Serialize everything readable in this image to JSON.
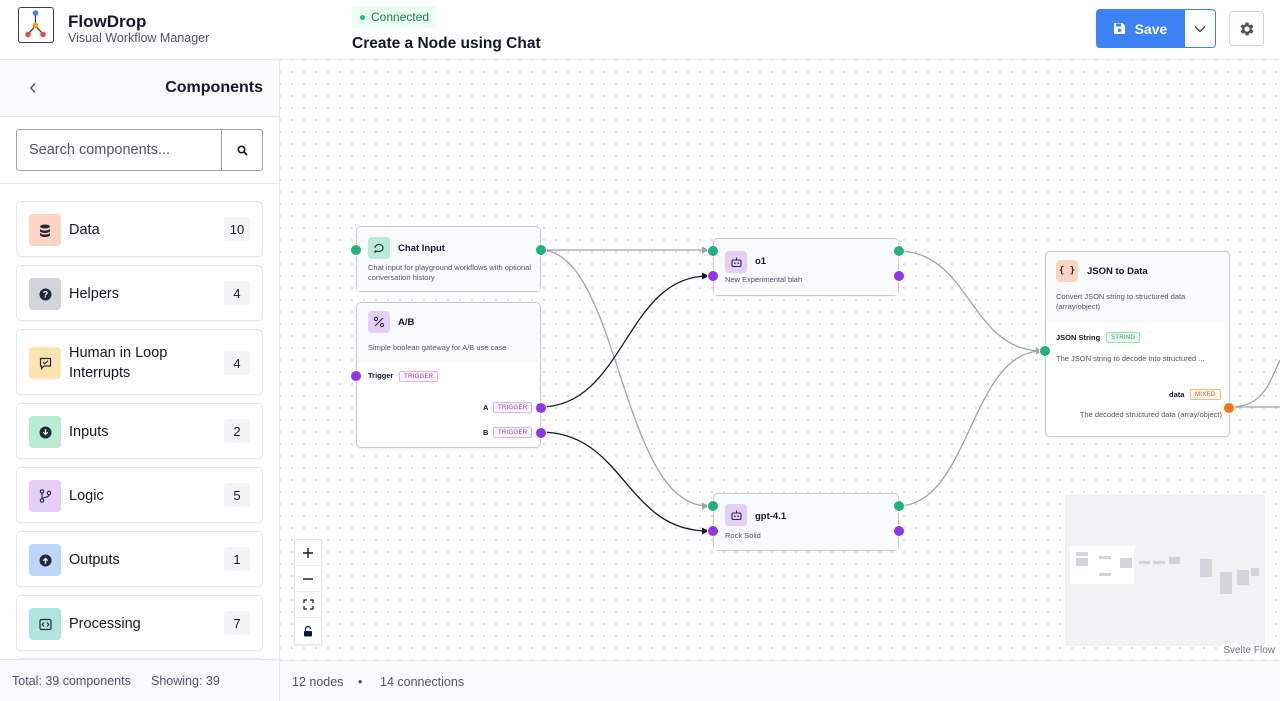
{
  "header": {
    "app_title": "FlowDrop",
    "app_subtitle": "Visual Workflow Manager",
    "status": "Connected",
    "workflow_title": "Create a Node using Chat",
    "save_label": "Save"
  },
  "sidebar": {
    "title": "Components",
    "search_placeholder": "Search components...",
    "categories": [
      {
        "label": "Data",
        "count": "10",
        "icon": "database-icon",
        "color": "#fdd5c2"
      },
      {
        "label": "Helpers",
        "count": "4",
        "icon": "help-icon",
        "color": "#d1d5db"
      },
      {
        "label": "Human in Loop Interrupts",
        "count": "4",
        "icon": "chat-check-icon",
        "color": "#fde3b0"
      },
      {
        "label": "Inputs",
        "count": "2",
        "icon": "input-icon",
        "color": "#b9ecd3"
      },
      {
        "label": "Logic",
        "count": "5",
        "icon": "branch-icon",
        "color": "#e5cff7"
      },
      {
        "label": "Outputs",
        "count": "1",
        "icon": "output-icon",
        "color": "#bcd7fb"
      },
      {
        "label": "Processing",
        "count": "7",
        "icon": "processing-icon",
        "color": "#aee6de"
      }
    ],
    "footer_total": "Total: 39 components",
    "footer_showing": "Showing: 39"
  },
  "nodes": {
    "chat_input": {
      "title": "Chat Input",
      "desc": "Chat input for playground workflows with optional conversation history",
      "icon": "chat-icon"
    },
    "ab": {
      "title": "A/B",
      "desc": "Simple boolean gateway for A/B use case",
      "icon": "percent-icon",
      "trigger_label": "Trigger",
      "trigger_tag": "TRIGGER",
      "a_label": "A",
      "a_tag": "TRIGGER",
      "b_label": "B",
      "b_tag": "TRIGGER"
    },
    "o1": {
      "title": "o1",
      "desc": "New Experimental blah",
      "icon": "robot-icon"
    },
    "gpt41": {
      "title": "gpt-4.1",
      "desc": "Rock Solid",
      "icon": "robot-icon"
    },
    "json_to_data": {
      "title": "JSON to Data",
      "desc": "Convert JSON string to structured data (array/object)",
      "icon": "braces-icon",
      "input_label": "JSON String",
      "input_tag": "STRING",
      "input_desc": "The JSON string to decode into structured ...",
      "output_label": "data",
      "output_tag": "MIXED",
      "output_desc": "The decoded structured data (array/object)"
    }
  },
  "canvas": {
    "attribution": "Svelte Flow"
  },
  "bottombar": {
    "nodes": "12 nodes",
    "separator": "•",
    "connections": "14 connections"
  },
  "colors": {
    "accent": "#3b82f6",
    "handle_green": "#22b07d",
    "handle_purple": "#9333ea",
    "handle_orange": "#f97316"
  }
}
